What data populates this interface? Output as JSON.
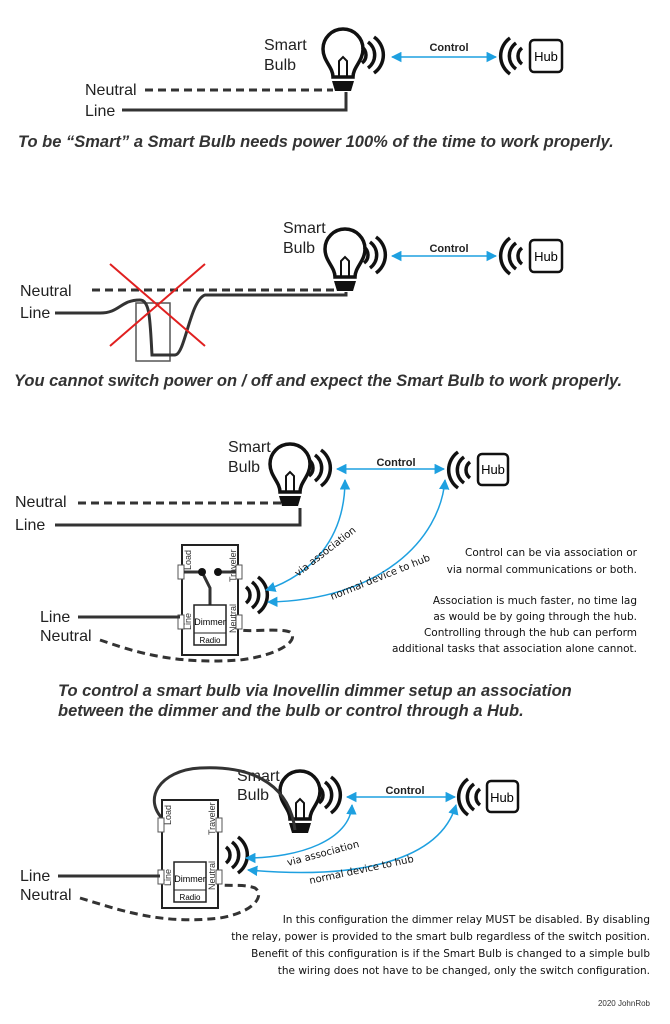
{
  "colors": {
    "accent": "#1ea0e0",
    "cross": "#e02020",
    "wire": "#333333"
  },
  "panel1": {
    "smart": "Smart",
    "bulb": "Bulb",
    "control": "Control",
    "hub": "Hub",
    "neutral": "Neutral",
    "line": "Line",
    "caption": "To be “Smart” a Smart Bulb needs power 100% of the time to work properly."
  },
  "panel2": {
    "smart": "Smart",
    "bulb": "Bulb",
    "control": "Control",
    "hub": "Hub",
    "neutral": "Neutral",
    "line": "Line",
    "caption": "You cannot switch power on / off and expect the Smart Bulb to work properly."
  },
  "panel3": {
    "smart": "Smart",
    "bulb": "Bulb",
    "control": "Control",
    "hub": "Hub",
    "neutral_top": "Neutral",
    "line_top": "Line",
    "line_bottom": "Line",
    "neutral_bottom": "Neutral",
    "dimmer": {
      "load": "Load",
      "traveler": "Traveler",
      "line": "Line",
      "neutral": "Neutral",
      "dimmer": "Dimmer",
      "radio": "Radio"
    },
    "via_association": "via association",
    "normal_device": "normal device to hub",
    "note": [
      "Control can be via association or",
      "via normal communications or both.",
      "",
      "Association is much faster, no time lag",
      "as would be by going through the hub.",
      "Controlling through the hub can perform",
      "additional tasks that association alone cannot."
    ],
    "caption": [
      "To control a smart bulb via Inovellin dimmer setup an association",
      "between the dimmer and the bulb or control through a Hub."
    ]
  },
  "panel4": {
    "smart": "Smart",
    "bulb": "Bulb",
    "control": "Control",
    "hub": "Hub",
    "line": "Line",
    "neutral": "Neutral",
    "dimmer": {
      "load": "Load",
      "traveler": "Traveler",
      "line": "Line",
      "neutral": "Neutral",
      "dimmer": "Dimmer",
      "radio": "Radio"
    },
    "via_association": "via association",
    "normal_device": "normal device to hub",
    "note": [
      "In this configuration the dimmer relay MUST be disabled.  By disabling",
      "the relay, power is provided to the smart bulb regardless of the switch position.",
      "Benefit of this configuration is if the Smart Bulb is changed to a simple bulb",
      "the wiring does not have to be changed, only the switch configuration."
    ]
  },
  "credit": "2020 JohnRob"
}
